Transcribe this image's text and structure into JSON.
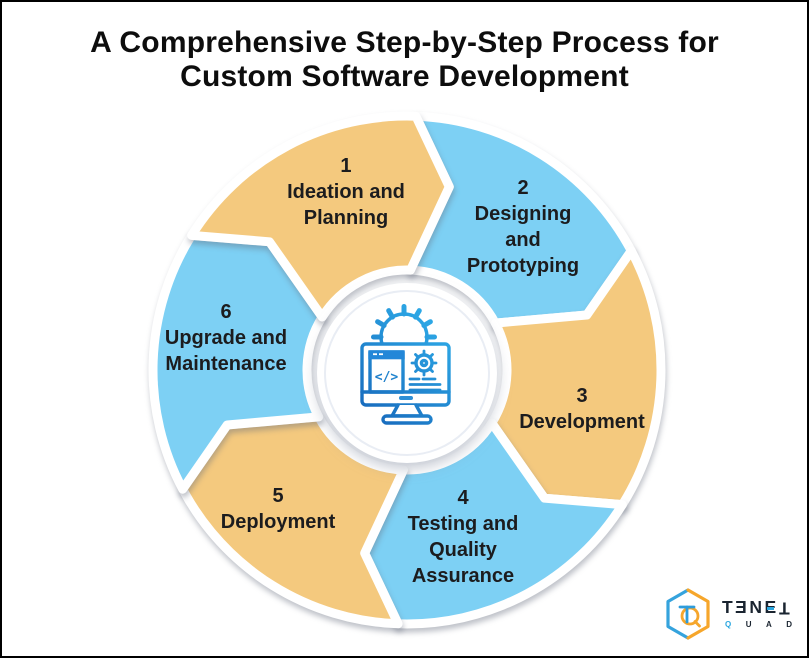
{
  "title": {
    "text": "A Comprehensive Step-by-Step Process for\nCustom Software Development"
  },
  "steps": [
    {
      "number": "1",
      "label": "Ideation and\nPlanning",
      "color_hex": "#7DD0F4"
    },
    {
      "number": "2",
      "label": "Designing\nand\nPrototyping",
      "color_hex": "#F4C97E"
    },
    {
      "number": "3",
      "label": "Development",
      "color_hex": "#7DD0F4"
    },
    {
      "number": "4",
      "label": "Testing and\nQuality\nAssurance",
      "color_hex": "#F4C97E"
    },
    {
      "number": "5",
      "label": "Deployment",
      "color_hex": "#7DD0F4"
    },
    {
      "number": "6",
      "label": "Upgrade and\nMaintenance",
      "color_hex": "#F4C97E"
    }
  ],
  "center": {
    "icon": "software-development-monitor-gears-icon",
    "code_glyph": "</>"
  },
  "logo": {
    "letters": [
      "T",
      "E",
      "N",
      "E",
      "T"
    ],
    "sub_q": "Q",
    "sub_rest": "UAD"
  },
  "colors": {
    "segment_blue": "#7DD0F4",
    "segment_orange": "#F4C97E",
    "title_text": "#0D0D0D",
    "label_text": "#1C1C1E",
    "icon_gradient_start": "#1563B8",
    "icon_gradient_end": "#31B4EE",
    "logo_blue": "#2D9CDB",
    "logo_orange": "#F6A62B",
    "logo_text": "#1A2430"
  }
}
